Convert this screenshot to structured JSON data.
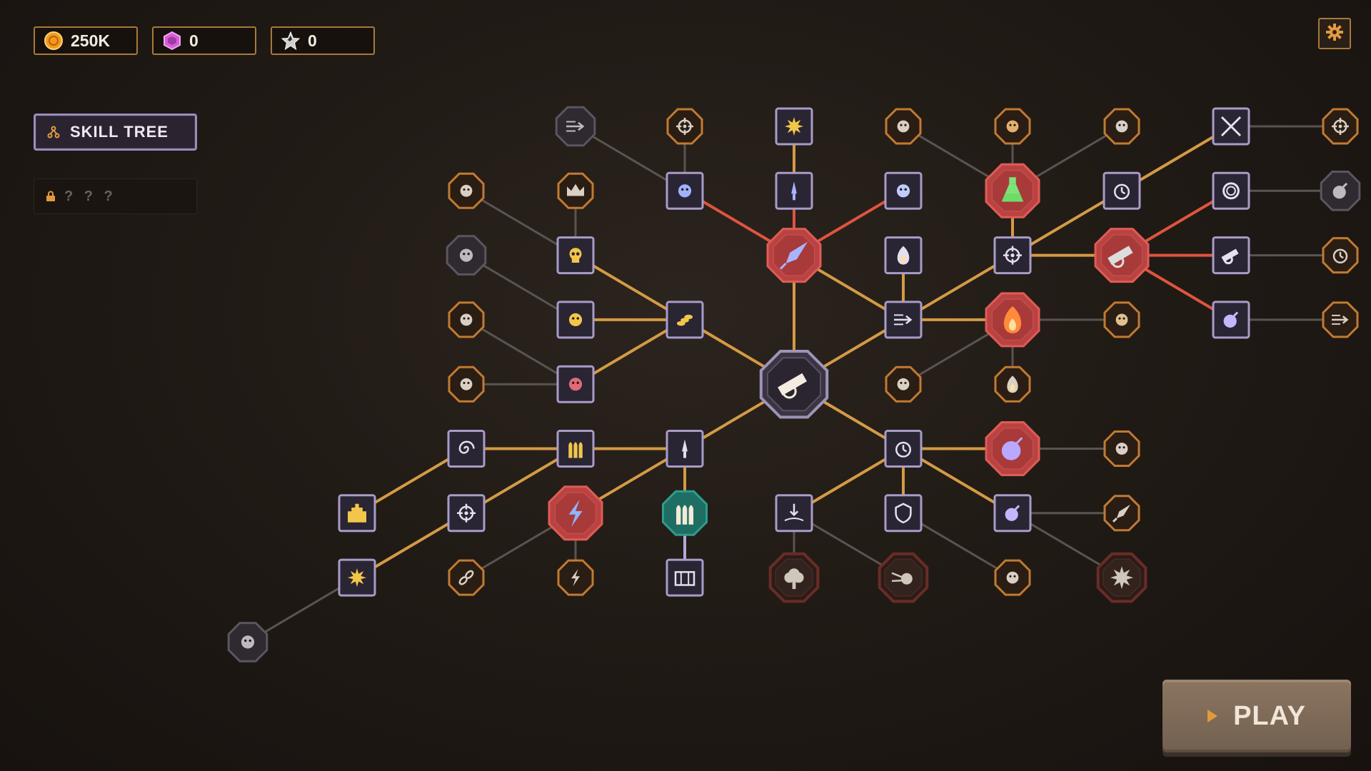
{
  "currencies": [
    {
      "name": "gold",
      "value": "250K",
      "color": "#f29a1c"
    },
    {
      "name": "gem",
      "value": "0",
      "color": "#d45fd6"
    },
    {
      "name": "star",
      "value": "0",
      "color": "#cfcfcf"
    }
  ],
  "tabs": {
    "skill_tree": "SKILL TREE",
    "locked": "? ? ?"
  },
  "play_label": "PLAY",
  "colors": {
    "gold_link": "#d49a45",
    "red_link": "#e0543e",
    "dim_link": "#5a5450",
    "violet_link": "#b4a9d8"
  },
  "nodes": [
    {
      "id": "core",
      "label": "",
      "icon": "cannon",
      "kind": "core",
      "col": 6,
      "row": 4
    },
    {
      "id": "rocket",
      "label": "",
      "icon": "rocket",
      "kind": "big-red",
      "col": 6,
      "row": 2
    },
    {
      "id": "potion",
      "label": "",
      "icon": "potion",
      "kind": "big-red",
      "col": 8,
      "row": 1
    },
    {
      "id": "rocketlauncher",
      "label": "",
      "icon": "rocket-launcher",
      "kind": "big-red",
      "col": 9,
      "row": 2
    },
    {
      "id": "fire",
      "label": "",
      "icon": "fire",
      "kind": "big-red",
      "col": 8,
      "row": 3
    },
    {
      "id": "bomb-big",
      "label": "",
      "icon": "bomb",
      "kind": "big-red",
      "col": 8,
      "row": 5
    },
    {
      "id": "lightning",
      "label": "",
      "icon": "lightning",
      "kind": "big-red",
      "col": 4,
      "row": 6
    },
    {
      "id": "bullets-teal",
      "label": "",
      "icon": "bullets",
      "kind": "teal",
      "col": 5,
      "row": 6
    },
    {
      "id": "arrow-spread",
      "label": "",
      "icon": "spread",
      "kind": "gray-round",
      "col": 4,
      "row": 0
    },
    {
      "id": "crosshair-top",
      "label": "",
      "icon": "crosshair",
      "kind": "orange",
      "col": 5,
      "row": 0
    },
    {
      "id": "burst-top",
      "label": "",
      "icon": "burst",
      "kind": "purple",
      "col": 6,
      "row": 0
    },
    {
      "id": "mouth",
      "label": "",
      "icon": "mouth",
      "kind": "orange",
      "col": 7,
      "row": 0
    },
    {
      "id": "mech",
      "label": "",
      "icon": "mech",
      "kind": "orange",
      "col": 8,
      "row": 0
    },
    {
      "id": "rubble",
      "label": "",
      "icon": "rubble",
      "kind": "orange",
      "col": 9,
      "row": 0
    },
    {
      "id": "swords",
      "label": "",
      "icon": "swords",
      "kind": "purple",
      "col": 10,
      "row": 0
    },
    {
      "id": "target-ring",
      "label": "",
      "icon": "target",
      "kind": "orange",
      "col": 11,
      "row": 0
    },
    {
      "id": "beast",
      "label": "",
      "icon": "beast",
      "kind": "orange",
      "col": 3,
      "row": 1
    },
    {
      "id": "crown",
      "label": "",
      "icon": "crown",
      "kind": "orange",
      "col": 4,
      "row": 1
    },
    {
      "id": "shards",
      "label": "",
      "icon": "shards",
      "kind": "purple",
      "col": 5,
      "row": 1
    },
    {
      "id": "missile",
      "label": "",
      "icon": "missile",
      "kind": "purple",
      "col": 6,
      "row": 1
    },
    {
      "id": "pipe",
      "label": "",
      "icon": "pipe",
      "kind": "purple",
      "col": 7,
      "row": 1
    },
    {
      "id": "timer-a",
      "label": "",
      "icon": "timer",
      "kind": "purple",
      "col": 9,
      "row": 1
    },
    {
      "id": "ring",
      "label": "",
      "icon": "ring",
      "kind": "purple",
      "col": 10,
      "row": 1
    },
    {
      "id": "bomb-dark",
      "label": "",
      "icon": "bomb",
      "kind": "gray-round",
      "col": 11,
      "row": 1
    },
    {
      "id": "bat",
      "label": "",
      "icon": "bat",
      "kind": "gray-round",
      "col": 3,
      "row": 2
    },
    {
      "id": "skull",
      "label": "",
      "icon": "skull",
      "kind": "purple",
      "col": 4,
      "row": 2
    },
    {
      "id": "flames-b",
      "label": "",
      "icon": "flames",
      "kind": "purple",
      "col": 7,
      "row": 2
    },
    {
      "id": "crosshair-mid",
      "label": "",
      "icon": "crosshair",
      "kind": "purple",
      "col": 8,
      "row": 2
    },
    {
      "id": "cannon-small",
      "label": "",
      "icon": "cannon",
      "kind": "purple",
      "col": 10,
      "row": 2
    },
    {
      "id": "timer-b",
      "label": "",
      "icon": "timer",
      "kind": "orange",
      "col": 11,
      "row": 2
    },
    {
      "id": "wind",
      "label": "",
      "icon": "wind",
      "kind": "orange",
      "col": 3,
      "row": 3
    },
    {
      "id": "scroll",
      "label": "",
      "icon": "scroll",
      "kind": "purple",
      "col": 4,
      "row": 3
    },
    {
      "id": "coins",
      "label": "",
      "icon": "coins",
      "kind": "purple",
      "col": 5,
      "row": 3
    },
    {
      "id": "speed",
      "label": "",
      "icon": "speed",
      "kind": "purple",
      "col": 7,
      "row": 3
    },
    {
      "id": "wizard",
      "label": "",
      "icon": "wizard",
      "kind": "orange",
      "col": 9,
      "row": 3
    },
    {
      "id": "bomb-purple",
      "label": "",
      "icon": "bomb",
      "kind": "purple",
      "col": 10,
      "row": 3
    },
    {
      "id": "arrows",
      "label": "",
      "icon": "arrows",
      "kind": "orange",
      "col": 11,
      "row": 3
    },
    {
      "id": "meat",
      "label": "",
      "icon": "meat",
      "kind": "orange",
      "col": 3,
      "row": 4
    },
    {
      "id": "monster",
      "label": "",
      "icon": "monster",
      "kind": "purple",
      "col": 4,
      "row": 4
    },
    {
      "id": "dragon",
      "label": "",
      "icon": "dragon",
      "kind": "orange",
      "col": 7,
      "row": 4
    },
    {
      "id": "flame-small",
      "label": "",
      "icon": "flame",
      "kind": "orange",
      "col": 8,
      "row": 4
    },
    {
      "id": "vortex",
      "label": "",
      "icon": "vortex",
      "kind": "purple",
      "col": 3,
      "row": 5
    },
    {
      "id": "ammo",
      "label": "",
      "icon": "ammo",
      "kind": "purple",
      "col": 4,
      "row": 5
    },
    {
      "id": "dagger",
      "label": "",
      "icon": "dagger",
      "kind": "purple",
      "col": 5,
      "row": 5
    },
    {
      "id": "clock-down",
      "label": "",
      "icon": "clock",
      "kind": "purple",
      "col": 7,
      "row": 5
    },
    {
      "id": "anvil",
      "label": "",
      "icon": "anvil",
      "kind": "orange",
      "col": 9,
      "row": 5
    },
    {
      "id": "castle",
      "label": "",
      "icon": "castle",
      "kind": "purple",
      "col": 2,
      "row": 6
    },
    {
      "id": "target-arrow",
      "label": "",
      "icon": "target",
      "kind": "purple",
      "col": 3,
      "row": 6
    },
    {
      "id": "drop",
      "label": "",
      "icon": "drop",
      "kind": "purple",
      "col": 6,
      "row": 6
    },
    {
      "id": "shield",
      "label": "",
      "icon": "shield",
      "kind": "purple",
      "col": 7,
      "row": 6
    },
    {
      "id": "bomb-small",
      "label": "",
      "icon": "bomb",
      "kind": "purple",
      "col": 8,
      "row": 6
    },
    {
      "id": "rocket-orange",
      "label": "",
      "icon": "rocket",
      "kind": "orange",
      "col": 9,
      "row": 6
    },
    {
      "id": "explosion",
      "label": "",
      "icon": "burst",
      "kind": "purple",
      "col": 2,
      "row": 7
    },
    {
      "id": "chain",
      "label": "",
      "icon": "chain",
      "kind": "orange",
      "col": 3,
      "row": 7
    },
    {
      "id": "thunder",
      "label": "",
      "icon": "storm",
      "kind": "orange",
      "col": 4,
      "row": 7
    },
    {
      "id": "crate",
      "label": "",
      "icon": "crate",
      "kind": "purple",
      "col": 5,
      "row": 7
    },
    {
      "id": "mushroom",
      "label": "",
      "icon": "cloud",
      "kind": "dark-red",
      "col": 6,
      "row": 7
    },
    {
      "id": "comet",
      "label": "",
      "icon": "comet",
      "kind": "dark-red",
      "col": 7,
      "row": 7
    },
    {
      "id": "golem",
      "label": "",
      "icon": "golem",
      "kind": "orange",
      "col": 8,
      "row": 7
    },
    {
      "id": "nuke",
      "label": "",
      "icon": "nuke",
      "kind": "dark-red",
      "col": 9,
      "row": 7
    },
    {
      "id": "horn",
      "label": "",
      "icon": "horn",
      "kind": "gray-round",
      "col": 1,
      "row": 8
    }
  ],
  "links": [
    [
      "core",
      "rocket",
      "gold"
    ],
    [
      "core",
      "coins",
      "gold"
    ],
    [
      "core",
      "speed",
      "gold"
    ],
    [
      "core",
      "dagger",
      "gold"
    ],
    [
      "core",
      "clock-down",
      "gold"
    ],
    [
      "rocket",
      "shards",
      "red"
    ],
    [
      "rocket",
      "missile",
      "red"
    ],
    [
      "rocket",
      "pipe",
      "red"
    ],
    [
      "rocket",
      "speed",
      "gold"
    ],
    [
      "missile",
      "burst-top",
      "gold"
    ],
    [
      "shards",
      "crosshair-top",
      "dim"
    ],
    [
      "shards",
      "arrow-spread",
      "dim"
    ],
    [
      "speed",
      "flames-b",
      "gold"
    ],
    [
      "speed",
      "fire",
      "gold"
    ],
    [
      "speed",
      "crosshair-mid",
      "gold"
    ],
    [
      "crosshair-mid",
      "potion",
      "gold"
    ],
    [
      "crosshair-mid",
      "rocketlauncher",
      "gold"
    ],
    [
      "crosshair-mid",
      "timer-a",
      "gold"
    ],
    [
      "potion",
      "mech",
      "dim"
    ],
    [
      "potion",
      "rubble",
      "dim"
    ],
    [
      "potion",
      "mouth",
      "dim"
    ],
    [
      "timer-a",
      "swords",
      "gold"
    ],
    [
      "swords",
      "target-ring",
      "dim"
    ],
    [
      "rocketlauncher",
      "ring",
      "red"
    ],
    [
      "rocketlauncher",
      "cannon-small",
      "red"
    ],
    [
      "rocketlauncher",
      "bomb-purple",
      "red"
    ],
    [
      "ring",
      "bomb-dark",
      "dim"
    ],
    [
      "cannon-small",
      "timer-b",
      "dim"
    ],
    [
      "bomb-purple",
      "arrows",
      "dim"
    ],
    [
      "fire",
      "wizard",
      "dim"
    ],
    [
      "fire",
      "flame-small",
      "dim"
    ],
    [
      "fire",
      "dragon",
      "dim"
    ],
    [
      "coins",
      "skull",
      "gold"
    ],
    [
      "coins",
      "scroll",
      "gold"
    ],
    [
      "coins",
      "monster",
      "gold"
    ],
    [
      "skull",
      "crown",
      "dim"
    ],
    [
      "skull",
      "beast",
      "dim"
    ],
    [
      "scroll",
      "bat",
      "dim"
    ],
    [
      "monster",
      "wind",
      "dim"
    ],
    [
      "monster",
      "meat",
      "dim"
    ],
    [
      "dagger",
      "ammo",
      "gold"
    ],
    [
      "dagger",
      "lightning",
      "gold"
    ],
    [
      "dagger",
      "bullets-teal",
      "gold"
    ],
    [
      "ammo",
      "vortex",
      "gold"
    ],
    [
      "ammo",
      "target-arrow",
      "gold"
    ],
    [
      "vortex",
      "castle",
      "gold"
    ],
    [
      "target-arrow",
      "explosion",
      "gold"
    ],
    [
      "explosion",
      "horn",
      "dim"
    ],
    [
      "lightning",
      "chain",
      "dim"
    ],
    [
      "lightning",
      "thunder",
      "dim"
    ],
    [
      "bullets-teal",
      "crate",
      "violet"
    ],
    [
      "clock-down",
      "bomb-big",
      "gold"
    ],
    [
      "clock-down",
      "drop",
      "gold"
    ],
    [
      "clock-down",
      "shield",
      "gold"
    ],
    [
      "clock-down",
      "bomb-small",
      "gold"
    ],
    [
      "bomb-big",
      "anvil",
      "dim"
    ],
    [
      "bomb-small",
      "rocket-orange",
      "dim"
    ],
    [
      "bomb-small",
      "nuke",
      "dim"
    ],
    [
      "drop",
      "mushroom",
      "dim"
    ],
    [
      "drop",
      "comet",
      "dim"
    ],
    [
      "shield",
      "golem",
      "dim"
    ]
  ]
}
